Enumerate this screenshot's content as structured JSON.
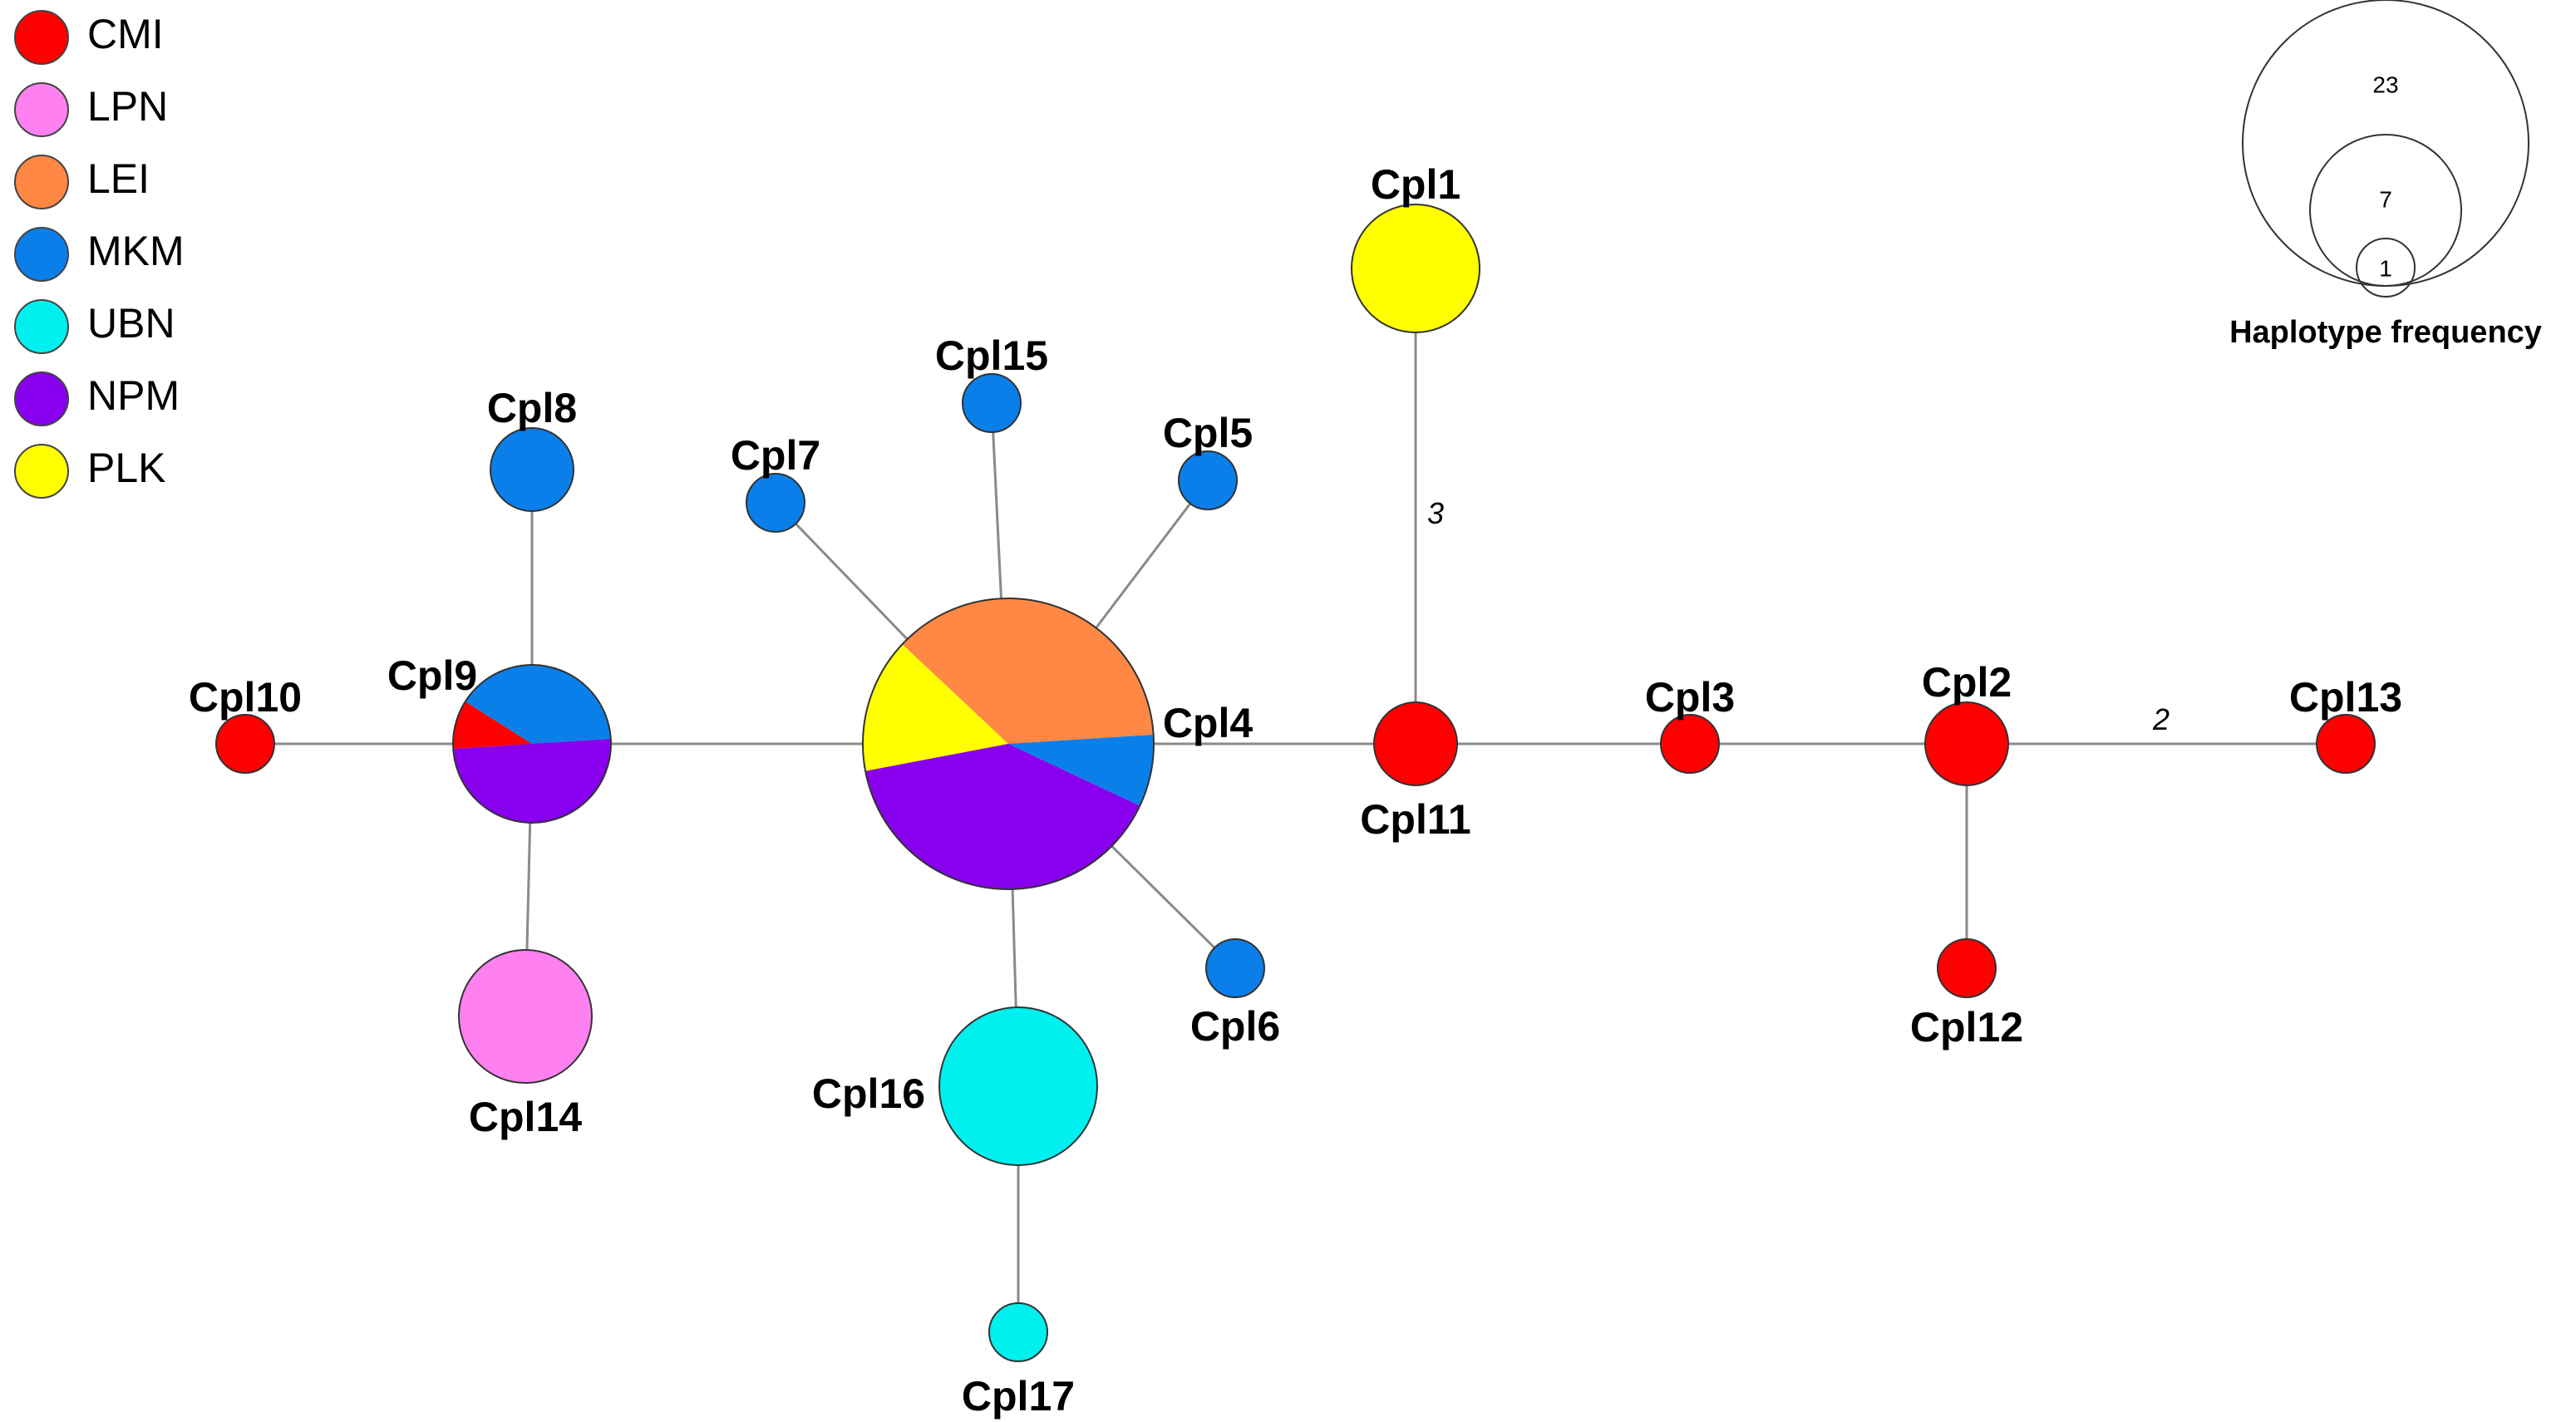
{
  "legend": [
    {
      "pop": "CMI",
      "color": "#ff0000"
    },
    {
      "pop": "LPN",
      "color": "#ff80f0"
    },
    {
      "pop": "LEI",
      "color": "#ff8844"
    },
    {
      "pop": "MKM",
      "color": "#0a7fea"
    },
    {
      "pop": "UBN",
      "color": "#00f0f0"
    },
    {
      "pop": "NPM",
      "color": "#8800ee"
    },
    {
      "pop": "PLK",
      "color": "#ffff00"
    }
  ],
  "nodes": [
    {
      "id": "Cpl1",
      "label": "Cpl1",
      "slices": [
        [
          "PLK",
          1
        ]
      ]
    },
    {
      "id": "Cpl2",
      "label": "Cpl2",
      "slices": [
        [
          "CMI",
          1
        ]
      ]
    },
    {
      "id": "Cpl3",
      "label": "Cpl3",
      "slices": [
        [
          "CMI",
          1
        ]
      ]
    },
    {
      "id": "Cpl4",
      "label": "Cpl4",
      "slices": [
        [
          "LEI",
          0.37
        ],
        [
          "PLK",
          0.15
        ],
        [
          "NPM",
          0.4
        ],
        [
          "MKM",
          0.08
        ]
      ]
    },
    {
      "id": "Cpl5",
      "label": "Cpl5",
      "slices": [
        [
          "MKM",
          1
        ]
      ]
    },
    {
      "id": "Cpl6",
      "label": "Cpl6",
      "slices": [
        [
          "MKM",
          1
        ]
      ]
    },
    {
      "id": "Cpl7",
      "label": "Cpl7",
      "slices": [
        [
          "MKM",
          1
        ]
      ]
    },
    {
      "id": "Cpl8",
      "label": "Cpl8",
      "slices": [
        [
          "MKM",
          1
        ]
      ]
    },
    {
      "id": "Cpl9",
      "label": "Cpl9",
      "slices": [
        [
          "MKM",
          0.4
        ],
        [
          "CMI",
          0.1
        ],
        [
          "NPM",
          0.5
        ]
      ]
    },
    {
      "id": "Cpl10",
      "label": "Cpl10",
      "slices": [
        [
          "CMI",
          1
        ]
      ]
    },
    {
      "id": "Cpl11",
      "label": "Cpl11",
      "slices": [
        [
          "CMI",
          1
        ]
      ]
    },
    {
      "id": "Cpl12",
      "label": "Cpl12",
      "slices": [
        [
          "CMI",
          1
        ]
      ]
    },
    {
      "id": "Cpl13",
      "label": "Cpl13",
      "slices": [
        [
          "CMI",
          1
        ]
      ]
    },
    {
      "id": "Cpl14",
      "label": "Cpl14",
      "slices": [
        [
          "LPN",
          1
        ]
      ]
    },
    {
      "id": "Cpl15",
      "label": "Cpl15",
      "slices": [
        [
          "MKM",
          1
        ]
      ]
    },
    {
      "id": "Cpl16",
      "label": "Cpl16",
      "slices": [
        [
          "UBN",
          1
        ]
      ]
    },
    {
      "id": "Cpl17",
      "label": "Cpl17",
      "slices": [
        [
          "UBN",
          1
        ]
      ]
    }
  ],
  "edges": [
    {
      "from": "Cpl10",
      "to": "Cpl9"
    },
    {
      "from": "Cpl9",
      "to": "Cpl8"
    },
    {
      "from": "Cpl9",
      "to": "Cpl14"
    },
    {
      "from": "Cpl9",
      "to": "Cpl4"
    },
    {
      "from": "Cpl4",
      "to": "Cpl7"
    },
    {
      "from": "Cpl4",
      "to": "Cpl15"
    },
    {
      "from": "Cpl4",
      "to": "Cpl5"
    },
    {
      "from": "Cpl4",
      "to": "Cpl6"
    },
    {
      "from": "Cpl4",
      "to": "Cpl16"
    },
    {
      "from": "Cpl16",
      "to": "Cpl17"
    },
    {
      "from": "Cpl4",
      "to": "Cpl11"
    },
    {
      "from": "Cpl11",
      "to": "Cpl1",
      "label": "3"
    },
    {
      "from": "Cpl11",
      "to": "Cpl3"
    },
    {
      "from": "Cpl3",
      "to": "Cpl2"
    },
    {
      "from": "Cpl2",
      "to": "Cpl12"
    },
    {
      "from": "Cpl2",
      "to": "Cpl13",
      "label": "2"
    }
  ],
  "frequency_legend": {
    "title": "Haplotype frequency",
    "values": [
      "23",
      "7",
      "1"
    ]
  }
}
